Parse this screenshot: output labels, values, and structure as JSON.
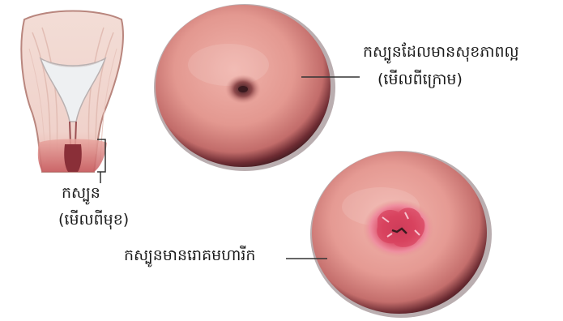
{
  "labels": {
    "uterus_line1": "កស្បូន",
    "uterus_line2": "(មើលពីមុខ)",
    "healthy_line1": "កស្បូនដែលមានសុខភាពល្អ",
    "healthy_line2": "(មើលពីក្រោម)",
    "cancer": "កស្បូនមានរោគមហារីក"
  },
  "colors": {
    "tissue_pink": "#e59a93",
    "tissue_dark_rim": "#4a1f24",
    "lesion_red": "#d8435f",
    "uterus_outline": "#b9867e",
    "leader_line": "#333333"
  }
}
